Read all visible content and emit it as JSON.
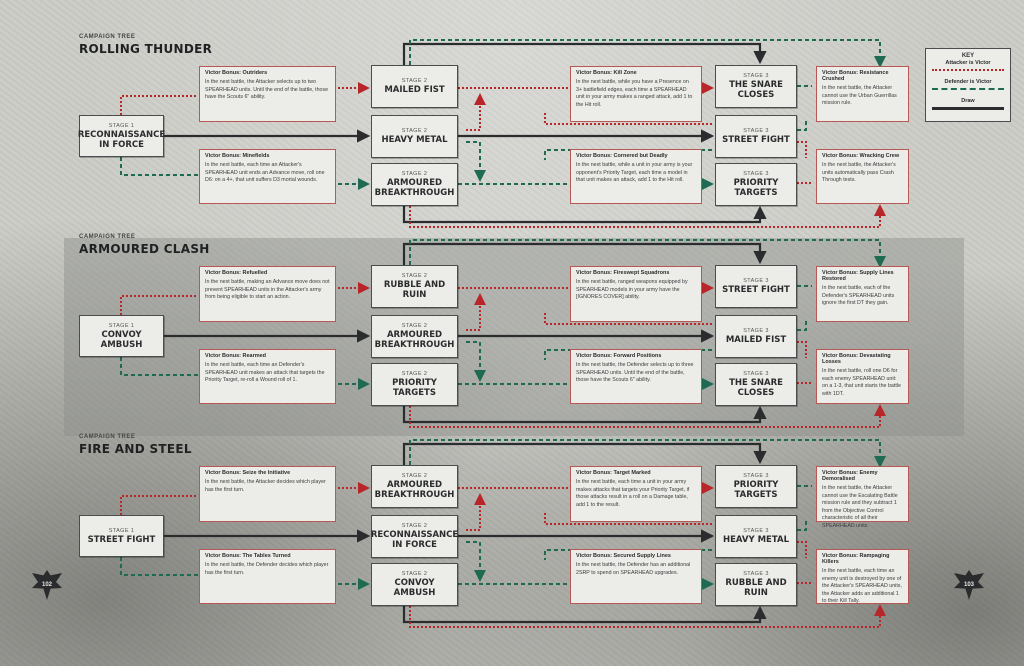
{
  "trees": [
    {
      "subtitle": "CAMPAIGN TREE",
      "title": "ROLLING THUNDER",
      "stage1": {
        "label": "STAGE 1",
        "name": "RECONNAISSANCE IN FORCE"
      },
      "stage2": [
        {
          "label": "STAGE 2",
          "name": "MAILED FIST"
        },
        {
          "label": "STAGE 2",
          "name": "HEAVY METAL"
        },
        {
          "label": "STAGE 2",
          "name": "ARMOURED BREAKTHROUGH"
        }
      ],
      "stage3": [
        {
          "label": "STAGE 3",
          "name": "THE SNARE CLOSES"
        },
        {
          "label": "STAGE 3",
          "name": "STREET FIGHT"
        },
        {
          "label": "STAGE 3",
          "name": "PRIORITY TARGETS"
        }
      ],
      "bonus_left": [
        {
          "title": "Victor Bonus: Outriders",
          "text": "In the next battle, the Attacker selects up to two SPEARHEAD units. Until the end of the battle, those have the Scouts 6\" ability."
        },
        {
          "title": "Victor Bonus: Minefields",
          "text": "In the next battle, each time an Attacker's SPEARHEAD unit ends an Advance move, roll one D6: on a 4+, that unit suffers D3 mortal wounds."
        }
      ],
      "bonus_mid": [
        {
          "title": "Victor Bonus: Kill Zone",
          "text": "In the next battle, while you have a Presence on 3+ battlefield edges, each time a SPEARHEAD unit in your army makes a ranged attack, add 1 to the Hit roll."
        },
        {
          "title": "Victor Bonus: Cornered but Deadly",
          "text": "In the next battle, while a unit in your army is your opponent's Priority Target, each time a model in that unit makes an attack, add 1 to the Hit roll."
        }
      ],
      "bonus_right": [
        {
          "title": "Victor Bonus: Resistance Crushed",
          "text": "In the next battle, the Attacker cannot use the Urban Guerrillas mission rule."
        },
        {
          "title": "Victor Bonus: Wracking Crew",
          "text": "In the next battle, the Attacker's units automatically pass Crash Through tests."
        }
      ]
    },
    {
      "subtitle": "CAMPAIGN TREE",
      "title": "ARMOURED CLASH",
      "stage1": {
        "label": "STAGE 1",
        "name": "CONVOY AMBUSH"
      },
      "stage2": [
        {
          "label": "STAGE 2",
          "name": "RUBBLE AND RUIN"
        },
        {
          "label": "STAGE 2",
          "name": "ARMOURED BREAKTHROUGH"
        },
        {
          "label": "STAGE 2",
          "name": "PRIORITY TARGETS"
        }
      ],
      "stage3": [
        {
          "label": "STAGE 3",
          "name": "STREET FIGHT"
        },
        {
          "label": "STAGE 3",
          "name": "MAILED FIST"
        },
        {
          "label": "STAGE 3",
          "name": "THE SNARE CLOSES"
        }
      ],
      "bonus_left": [
        {
          "title": "Victor Bonus: Refuelled",
          "text": "In the next battle, making an Advance move does not prevent SPEARHEAD units in the Attacker's army from being eligible to start an action."
        },
        {
          "title": "Victor Bonus: Rearmed",
          "text": "In the next battle, each time an Defender's SPEARHEAD unit makes an attack that targets the Priority Target, re-roll a Wound roll of 1."
        }
      ],
      "bonus_mid": [
        {
          "title": "Victor Bonus: Fireswept Squadrons",
          "text": "In the next battle, ranged weapons equipped by SPEARHEAD models in your army have the [IGNORES COVER] ability."
        },
        {
          "title": "Victor Bonus: Forward Positions",
          "text": "In the next battle, the Defender selects up to three SPEARHEAD units. Until the end of the battle, those have the Scouts 6\" ability."
        }
      ],
      "bonus_right": [
        {
          "title": "Victor Bonus: Supply Lines Restored",
          "text": "In the next battle, each of the Defender's SPEARHEAD units ignore the first DT they gain."
        },
        {
          "title": "Victor Bonus: Devastating Losses",
          "text": "In the next battle, roll one D6 for each enemy SPEARHEAD unit: on a 1-3, that unit starts the battle with 1DT."
        }
      ]
    },
    {
      "subtitle": "CAMPAIGN TREE",
      "title": "FIRE AND STEEL",
      "stage1": {
        "label": "STAGE 1",
        "name": "STREET FIGHT"
      },
      "stage2": [
        {
          "label": "STAGE 2",
          "name": "ARMOURED BREAKTHROUGH"
        },
        {
          "label": "STAGE 2",
          "name": "RECONNAISSANCE IN FORCE"
        },
        {
          "label": "STAGE 2",
          "name": "CONVOY AMBUSH"
        }
      ],
      "stage3": [
        {
          "label": "STAGE 3",
          "name": "PRIORITY TARGETS"
        },
        {
          "label": "STAGE 3",
          "name": "HEAVY METAL"
        },
        {
          "label": "STAGE 3",
          "name": "RUBBLE AND RUIN"
        }
      ],
      "bonus_left": [
        {
          "title": "Victor Bonus: Seize the Initiative",
          "text": "In the next battle, the Attacker decides which player has the first turn."
        },
        {
          "title": "Victor Bonus: The Tables Turned",
          "text": "In the next battle, the Defender decides which player has the first turn."
        }
      ],
      "bonus_mid": [
        {
          "title": "Victor Bonus: Target Marked",
          "text": "In the next battle, each time a unit in your army makes attacks that targets your Priority Target, if those attacks result in a roll on a Damage table, add 1 to the result."
        },
        {
          "title": "Victor Bonus: Secured Supply Lines",
          "text": "In the next battle, the Defender has an additional 2SRP to spend on SPEARHEAD upgrades."
        }
      ],
      "bonus_right": [
        {
          "title": "Victor Bonus: Enemy Demoralised",
          "text": "In the next battle, the Attacker cannot use the Escalating Battle mission rule and they subtract 1 from the Objective Control characteristic of all their SPEARHEAD units."
        },
        {
          "title": "Victor Bonus: Rampaging Killers",
          "text": "In the next battle, each time an enemy unit is destroyed by one of the Attacker's SPEARHEAD units, the Attacker adds an additional 1 to their Kill Tally."
        }
      ]
    }
  ],
  "key": {
    "title": "KEY",
    "attacker": "Attacker is Victor",
    "defender": "Defender is Victor",
    "draw": "Draw"
  },
  "colors": {
    "attacker": "#b8262a",
    "defender": "#1e6a52",
    "draw": "#2a2c2e"
  },
  "pages": {
    "left": "102",
    "right": "103"
  }
}
